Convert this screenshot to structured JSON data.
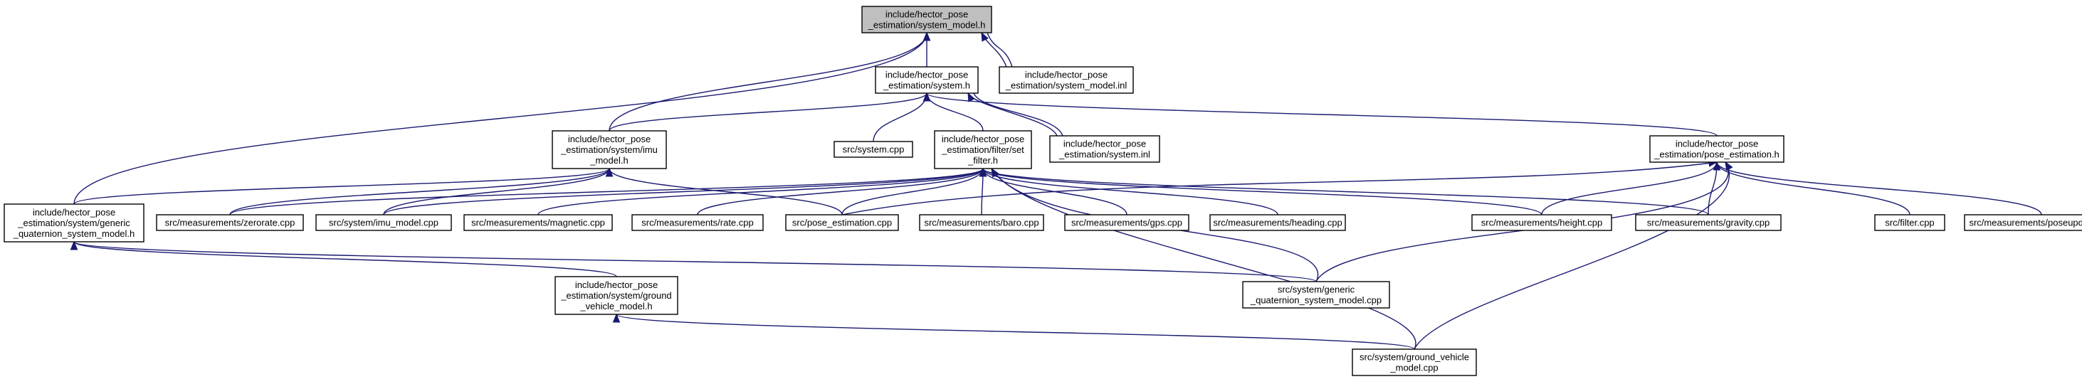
{
  "colors": {
    "edge": "#191970",
    "root_fill": "#bfbfbf",
    "node_fill": "#ffffff",
    "node_border": "#000000"
  },
  "nodes": {
    "system_model_h": {
      "lines": [
        "include/hector_pose",
        "_estimation/system_model.h"
      ]
    },
    "system_h": {
      "lines": [
        "include/hector_pose",
        "_estimation/system.h"
      ]
    },
    "system_model_inl": {
      "lines": [
        "include/hector_pose",
        "_estimation/system_model.inl"
      ]
    },
    "imu_model_h": {
      "lines": [
        "include/hector_pose",
        "_estimation/system/imu",
        "_model.h"
      ]
    },
    "system_cpp": {
      "lines": [
        "src/system.cpp"
      ]
    },
    "set_filter_h": {
      "lines": [
        "include/hector_pose",
        "_estimation/filter/set",
        "_filter.h"
      ]
    },
    "system_inl": {
      "lines": [
        "include/hector_pose",
        "_estimation/system.inl"
      ]
    },
    "pose_estimation_h": {
      "lines": [
        "include/hector_pose",
        "_estimation/pose_estimation.h"
      ]
    },
    "generic_quaternion_h": {
      "lines": [
        "include/hector_pose",
        "_estimation/system/generic",
        "_quaternion_system_model.h"
      ]
    },
    "zerorate_cpp": {
      "lines": [
        "src/measurements/zerorate.cpp"
      ]
    },
    "imu_model_cpp": {
      "lines": [
        "src/system/imu_model.cpp"
      ]
    },
    "magnetic_cpp": {
      "lines": [
        "src/measurements/magnetic.cpp"
      ]
    },
    "rate_cpp": {
      "lines": [
        "src/measurements/rate.cpp"
      ]
    },
    "pose_estimation_cpp": {
      "lines": [
        "src/pose_estimation.cpp"
      ]
    },
    "baro_cpp": {
      "lines": [
        "src/measurements/baro.cpp"
      ]
    },
    "gps_cpp": {
      "lines": [
        "src/measurements/gps.cpp"
      ]
    },
    "heading_cpp": {
      "lines": [
        "src/measurements/heading.cpp"
      ]
    },
    "height_cpp": {
      "lines": [
        "src/measurements/height.cpp"
      ]
    },
    "gravity_cpp": {
      "lines": [
        "src/measurements/gravity.cpp"
      ]
    },
    "filter_cpp": {
      "lines": [
        "src/filter.cpp"
      ]
    },
    "poseupdate_cpp": {
      "lines": [
        "src/measurements/poseupdate.cpp"
      ]
    },
    "ground_vehicle_h": {
      "lines": [
        "include/hector_pose",
        "_estimation/system/ground",
        "_vehicle_model.h"
      ]
    },
    "generic_quaternion_cpp": {
      "lines": [
        "src/system/generic",
        "_quaternion_system_model.cpp"
      ]
    },
    "ground_vehicle_cpp": {
      "lines": [
        "src/system/ground_vehicle",
        "_model.cpp"
      ]
    }
  }
}
